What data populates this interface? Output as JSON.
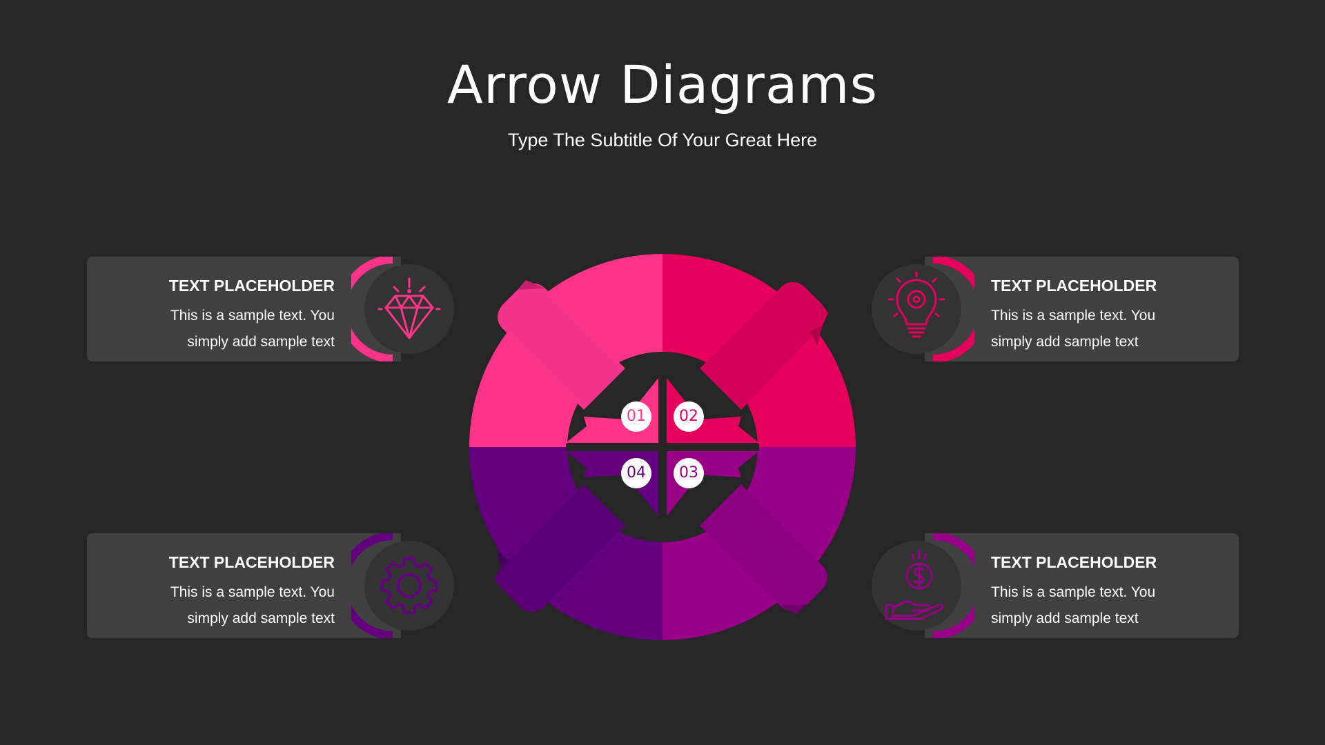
{
  "title": "Arrow Diagrams",
  "subtitle": "Type The Subtitle Of Your Great Here",
  "colors": {
    "background": "#262626",
    "panel": "#404040",
    "pink": "#FF3388",
    "crimson": "#E6005C",
    "purple": "#640080",
    "magenta": "#990088"
  },
  "steps": [
    {
      "number": "01",
      "heading": "TEXT PLACEHOLDER",
      "body": "This is a sample text. You simply add sample text",
      "icon": "diamond-icon",
      "color": "#FF3388"
    },
    {
      "number": "02",
      "heading": "TEXT PLACEHOLDER",
      "body": "This is a sample text. You simply add sample text",
      "icon": "lightbulb-gear-icon",
      "color": "#E6005C"
    },
    {
      "number": "03",
      "heading": "TEXT PLACEHOLDER",
      "body": "This is a sample text. You simply add sample text",
      "icon": "hand-coin-icon",
      "color": "#990088"
    },
    {
      "number": "04",
      "heading": "TEXT PLACEHOLDER",
      "body": "This is a sample text. You simply add sample text",
      "icon": "gear-icon",
      "color": "#640080"
    }
  ]
}
